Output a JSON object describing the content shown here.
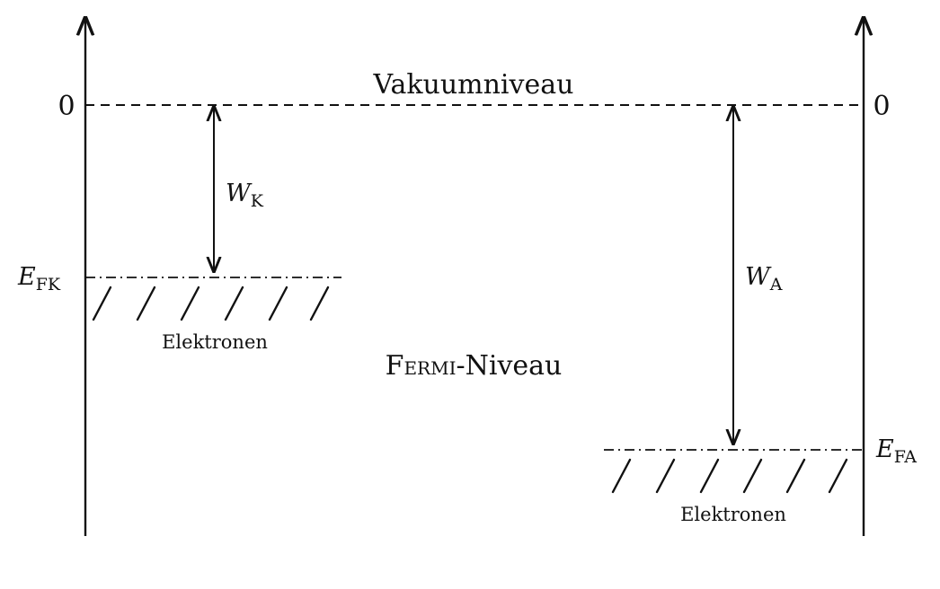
{
  "labels": {
    "vacuum_level": "Vakuumniveau",
    "zero_left": "0",
    "zero_right": "0",
    "work_function_k": {
      "symbol": "W",
      "subscript": "K"
    },
    "work_function_a": {
      "symbol": "W",
      "subscript": "A"
    },
    "fermi_energy_k": {
      "symbol": "E",
      "subscript": "FK"
    },
    "fermi_energy_a": {
      "symbol": "E",
      "subscript": "FA"
    },
    "electrons_left": "Elektronen",
    "electrons_right": "Elektronen",
    "fermi_level": {
      "first": "F",
      "smallcaps": "ERMI",
      "rest": "-Niveau"
    }
  },
  "colors": {
    "ink": "#111111",
    "background": "#ffffff"
  }
}
